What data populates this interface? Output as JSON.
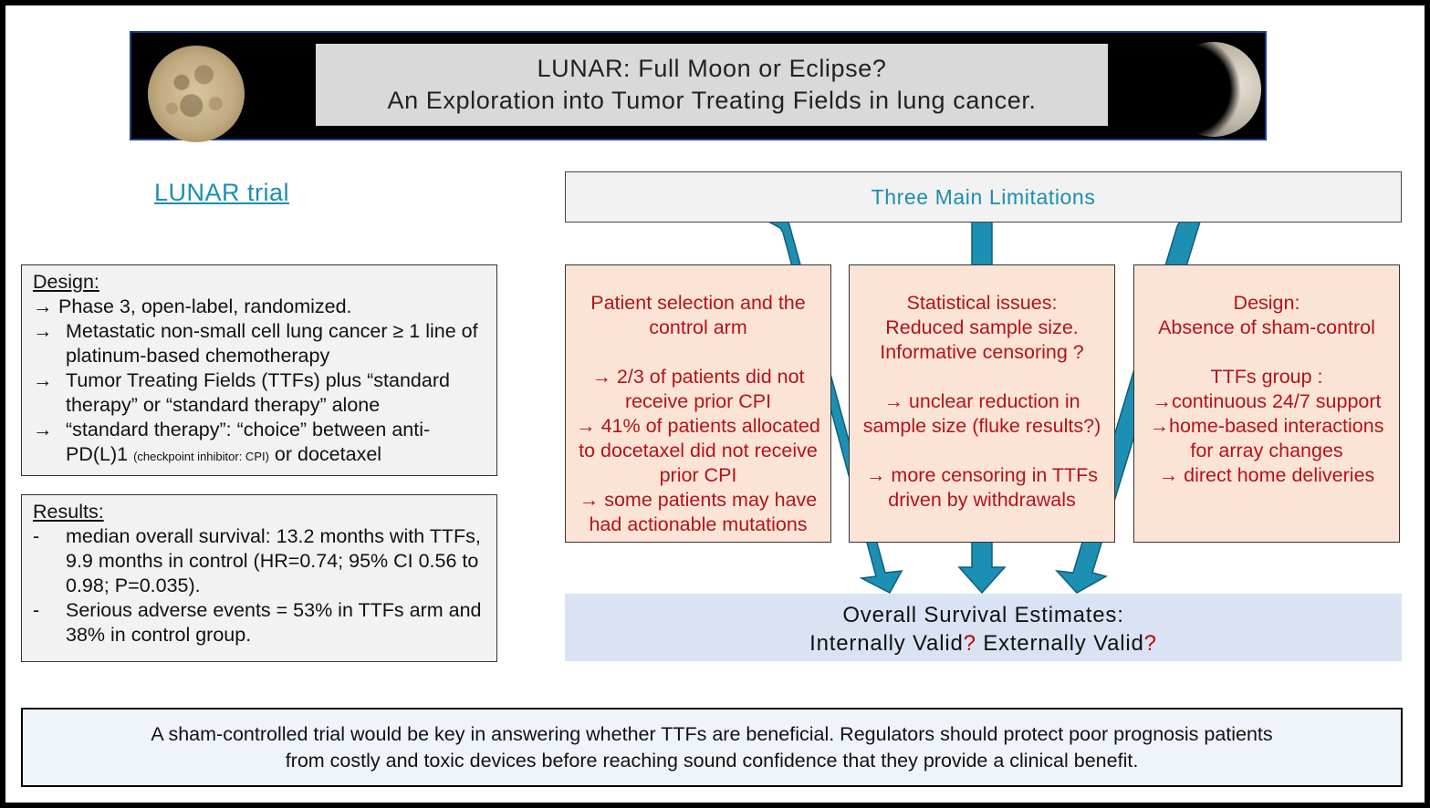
{
  "banner": {
    "title_line1": "LUNAR: Full Moon or Eclipse?",
    "title_line2": "An Exploration into Tumor Treating Fields in lung cancer."
  },
  "trial_link": "LUNAR trial",
  "design": {
    "heading": "Design:",
    "bullet": "→",
    "items": [
      "Phase 3, open-label, randomized.",
      "Metastatic non-small cell lung cancer ≥ 1 line of platinum-based chemotherapy",
      "Tumor Treating Fields (TTFs) plus “standard therapy” or “standard therapy” alone"
    ],
    "item4_main": "“standard therapy”: “choice” between anti-PD(L)1",
    "item4_small": "(checkpoint inhibitor: CPI)",
    "item4_tail": "or docetaxel"
  },
  "results": {
    "heading": "Results:",
    "bullet": "-",
    "items": [
      "median overall survival: 13.2 months with TTFs, 9.9 months in control (HR=0.74; 95% CI 0.56 to 0.98; P=0.035).",
      "Serious adverse events = 53% in TTFs arm and 38% in control group."
    ]
  },
  "limitations": {
    "header": "Three Main Limitations",
    "box1": {
      "title_line1": "Patient selection and the",
      "title_line2": "control arm",
      "points": [
        "→ 2/3 of patients did not receive prior CPI",
        "→ 41% of patients allocated to docetaxel did not receive prior CPI",
        "→ some patients may have had actionable mutations"
      ]
    },
    "box2": {
      "title_line1": "Statistical issues:",
      "title_line2": "Reduced sample size.",
      "title_line3": "Informative censoring ?",
      "point1": "→ unclear reduction in sample size (fluke results?)",
      "point2": "→ more censoring in TTFs driven by withdrawals"
    },
    "box3": {
      "title_line1": "Design:",
      "title_line2": "Absence of sham-control",
      "group_label": "TTFs group :",
      "points": [
        "→continuous 24/7 support",
        "→home-based interactions for array changes",
        "→ direct home deliveries"
      ]
    }
  },
  "overall": {
    "line1": "Overall Survival Estimates:",
    "internal": "Internally Valid",
    "external": "Externally Valid",
    "qmark": "?"
  },
  "conclusion": {
    "line1": "A sham-controlled trial would be key in answering whether TTFs are beneficial. Regulators should protect poor prognosis patients",
    "line2": "from costly and toxic devices before reaching sound confidence that they provide a clinical benefit."
  },
  "colors": {
    "accent_blue": "#1a8fb0",
    "limitation_text": "#b5121b",
    "limitation_fill": "#fbe4d6",
    "overall_fill": "#dae3f3",
    "arrow": "#1d8fb3"
  }
}
